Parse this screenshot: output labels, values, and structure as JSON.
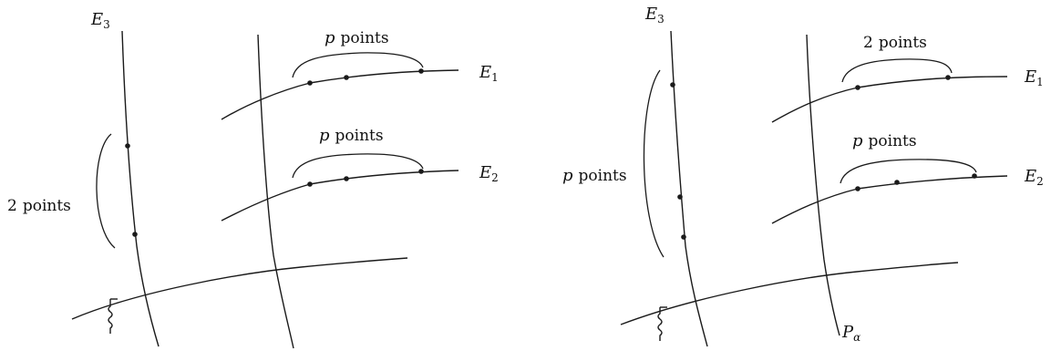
{
  "left_panel": {
    "e3_label": {
      "main": "E",
      "sub": "3"
    },
    "e1_label": {
      "main": "E",
      "sub": "1"
    },
    "e2_label": {
      "main": "E",
      "sub": "2"
    },
    "e1_points_label": {
      "var": "p",
      "word": "points"
    },
    "e2_points_label": {
      "var": "p",
      "word": "points"
    },
    "e3_points_label": {
      "var": "2",
      "word": "points"
    }
  },
  "right_panel": {
    "e3_label": {
      "main": "E",
      "sub": "3"
    },
    "e1_label": {
      "main": "E",
      "sub": "1"
    },
    "e2_label": {
      "main": "E",
      "sub": "2"
    },
    "pa_label": {
      "main": "P",
      "sub": "α"
    },
    "e1_points_label": {
      "var": "2",
      "word": "points"
    },
    "e2_points_label": {
      "var": "p",
      "word": "points"
    },
    "e3_points_label": {
      "var": "p",
      "word": "points"
    }
  }
}
